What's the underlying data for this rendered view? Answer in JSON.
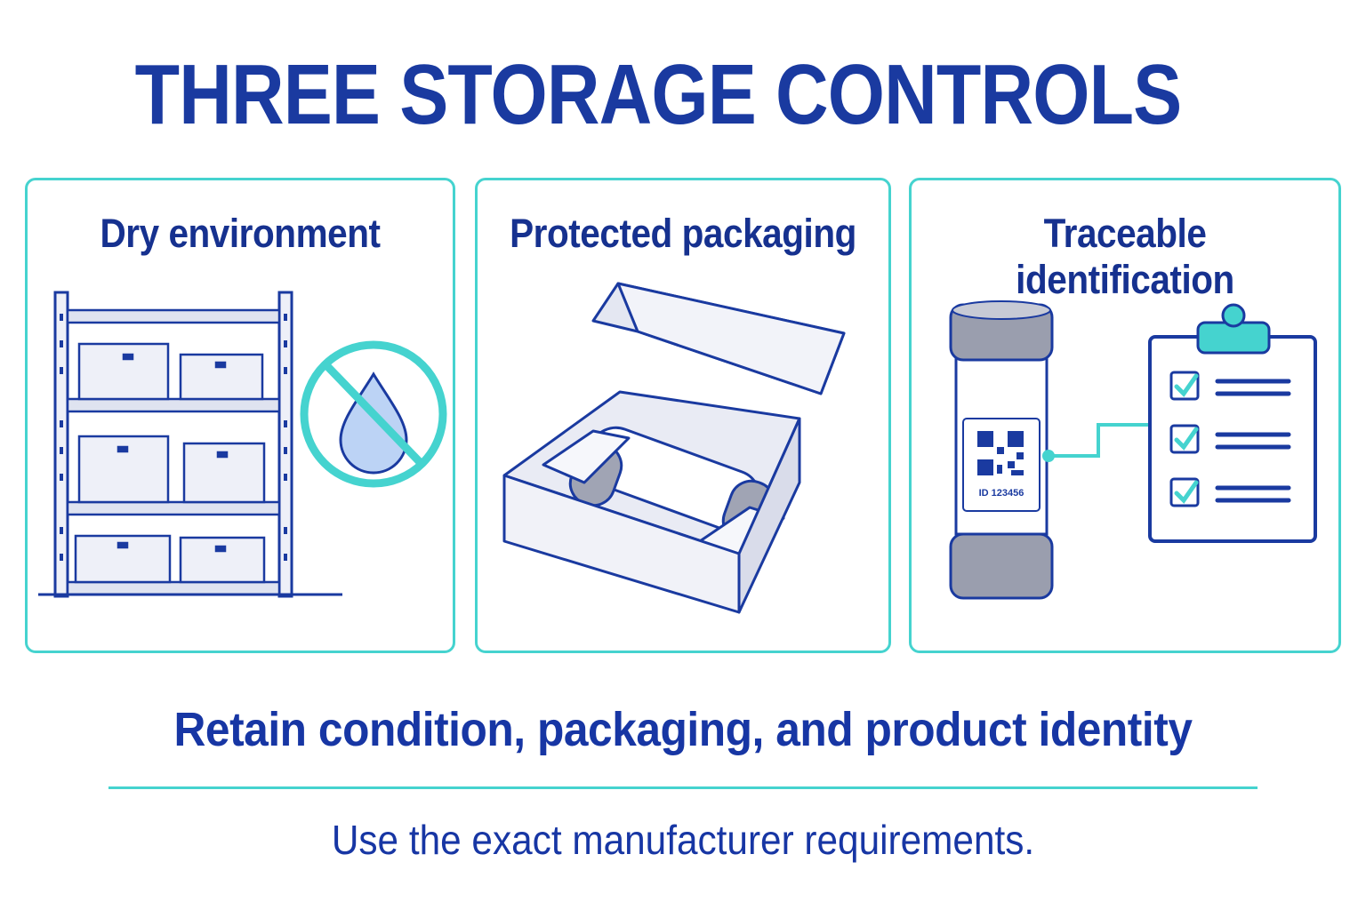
{
  "title": "THREE STORAGE CONTROLS",
  "panels": [
    {
      "label": "Dry environment",
      "icon": "shelving-with-no-moisture-icon"
    },
    {
      "label": "Protected packaging",
      "icon": "fuse-in-foam-box-icon"
    },
    {
      "label": "Traceable identification",
      "icon": "fuse-with-qr-label-and-checklist-icon",
      "id_label": "ID 123456"
    }
  ],
  "tagline": "Retain condition, packaging, and product identity",
  "footnote": "Use the exact manufacturer requirements.",
  "colors": {
    "navy": "#1a3aa0",
    "teal": "#45d3cf",
    "box_fill": "#eef0f8"
  }
}
